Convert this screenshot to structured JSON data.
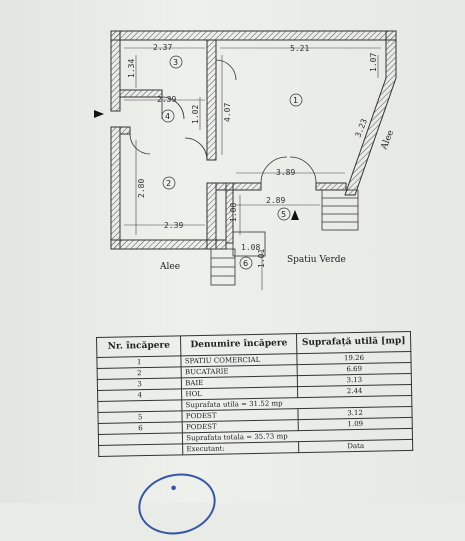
{
  "plan": {
    "dimensions": [
      "2.37",
      "5.21",
      "1.34",
      "1.07",
      "2.39",
      "1.02",
      "4.07",
      "3.23",
      "3.89",
      "2.89",
      "2.80",
      "1.08",
      "2.39",
      "1.08",
      "1.01"
    ],
    "rooms": [
      "1",
      "2",
      "3",
      "4",
      "5",
      "6"
    ],
    "labels": {
      "alee_right": "Alee",
      "alee_bottom": "Alee",
      "spatiu_verde": "Spatiu Verde"
    }
  },
  "table": {
    "headers": {
      "nr": "Nr. încăpere",
      "denumire": "Denumire încăpere",
      "suprafata": "Suprafață utilă [mp]"
    },
    "rows": [
      {
        "nr": "1",
        "name": "SPATIU COMERCIAL",
        "area": "19.26"
      },
      {
        "nr": "2",
        "name": "BUCATARIE",
        "area": "6.69"
      },
      {
        "nr": "3",
        "name": "BAIE",
        "area": "3.13"
      },
      {
        "nr": "4",
        "name": "HOL",
        "area": "2.44"
      }
    ],
    "total_util": "Suprafata utila = 31.52 mp",
    "rows2": [
      {
        "nr": "5",
        "name": "PODEST",
        "area": "3.12"
      },
      {
        "nr": "6",
        "name": "PODEST",
        "area": "1.09"
      }
    ],
    "total": "Suprafata totala = 35.73 mp",
    "executant": "Executant:",
    "data": "Data"
  }
}
